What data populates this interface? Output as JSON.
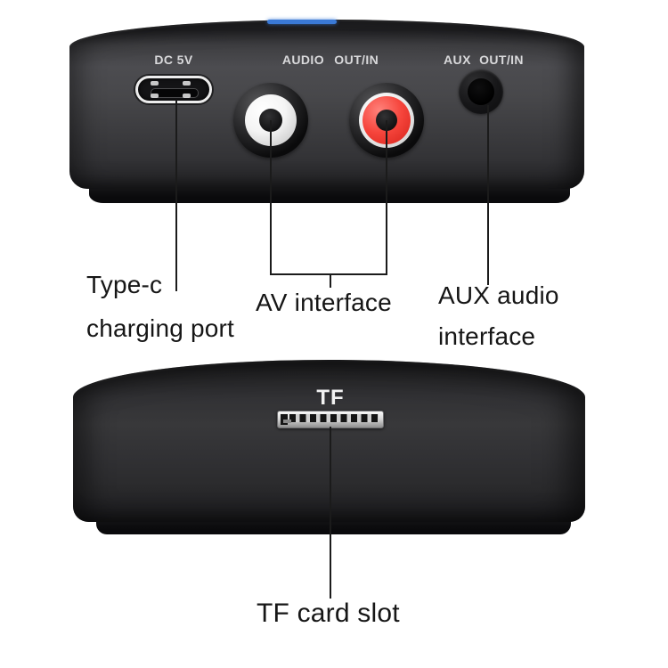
{
  "top_device": {
    "dc_label": "DC 5V",
    "audio_label": "AUDIO OUT/IN",
    "aux_label": "AUX OUT/IN"
  },
  "bottom_device": {
    "tf_label": "TF"
  },
  "annotations": {
    "typec_line1": "Type-c",
    "typec_line2": "charging port",
    "av": "AV interface",
    "aux_line1": "AUX audio",
    "aux_line2": "interface",
    "tf": "TF card slot"
  },
  "colors": {
    "led_blue": "#3a79d6",
    "rca_red": "#f6453c",
    "device_gray": "#3d3d40",
    "annotation_text": "#161616"
  }
}
